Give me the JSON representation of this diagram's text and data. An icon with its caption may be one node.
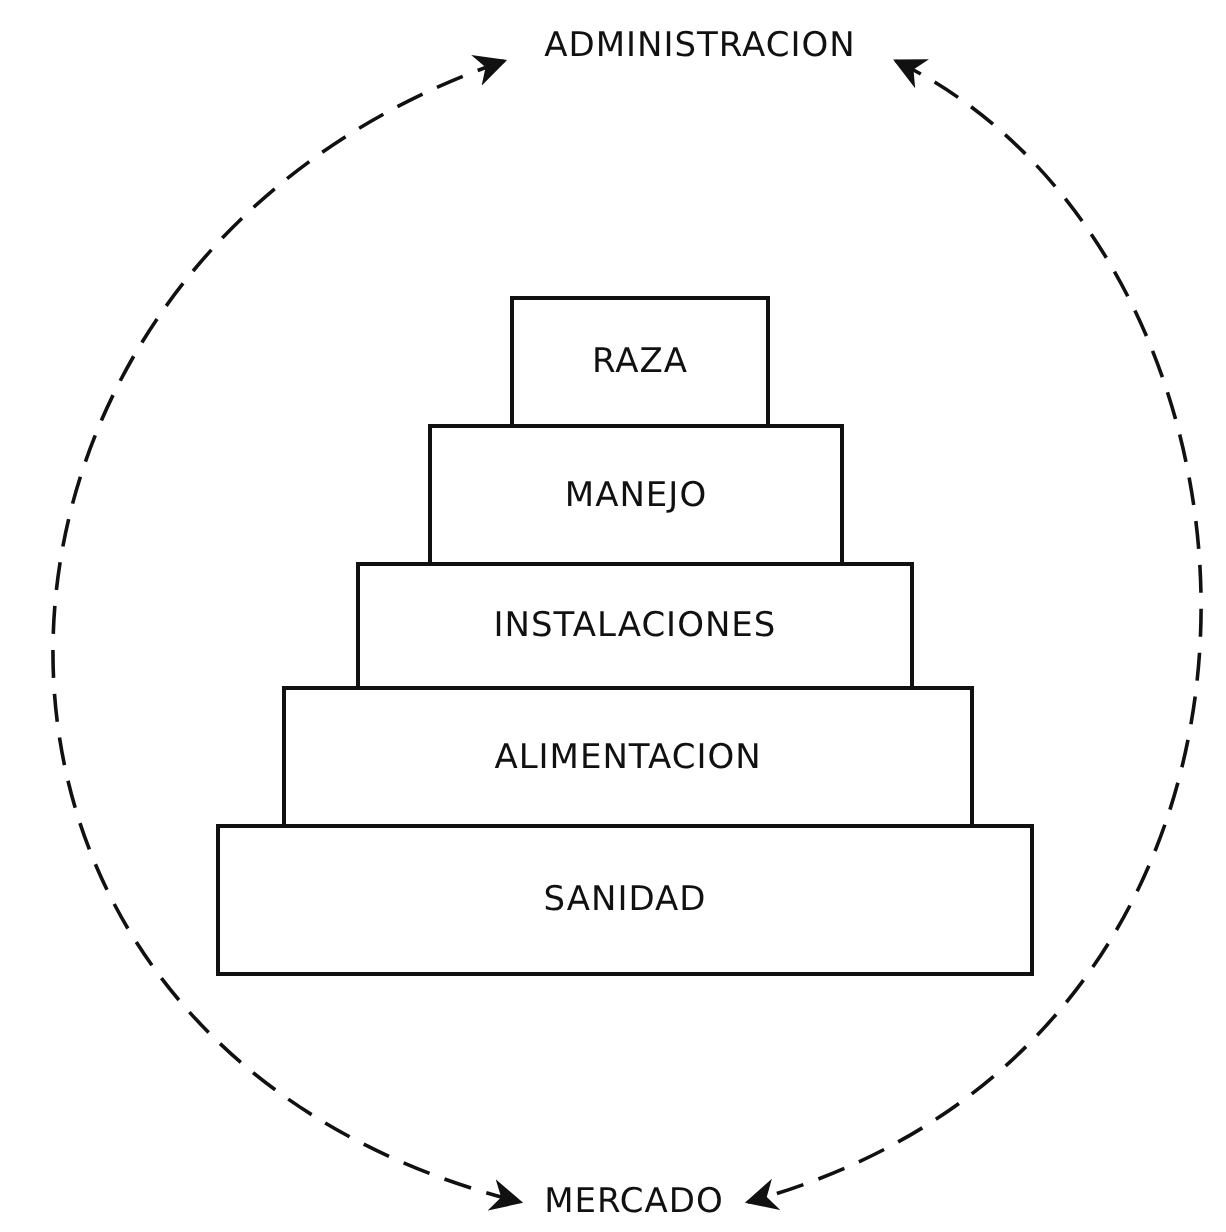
{
  "diagram": {
    "nodes": [
      {
        "text": [
          "ADMINISTRACION"
        ]
      },
      {
        "text": [
          "RAZA"
        ]
      },
      {
        "text": [
          "MANEJO"
        ]
      },
      {
        "text": [
          "INSTALACIONES"
        ]
      },
      {
        "text": [
          "ALIMENTACION"
        ]
      },
      {
        "text": [
          "SANIDAD"
        ]
      },
      {
        "text": [
          "MERCADO"
        ]
      }
    ],
    "edges": [
      {
        "from": 0,
        "to": 6,
        "arrow": "both",
        "style": "dashed"
      },
      {
        "from": 0,
        "to": 6,
        "arrow": "both",
        "style": "dashed"
      }
    ]
  }
}
